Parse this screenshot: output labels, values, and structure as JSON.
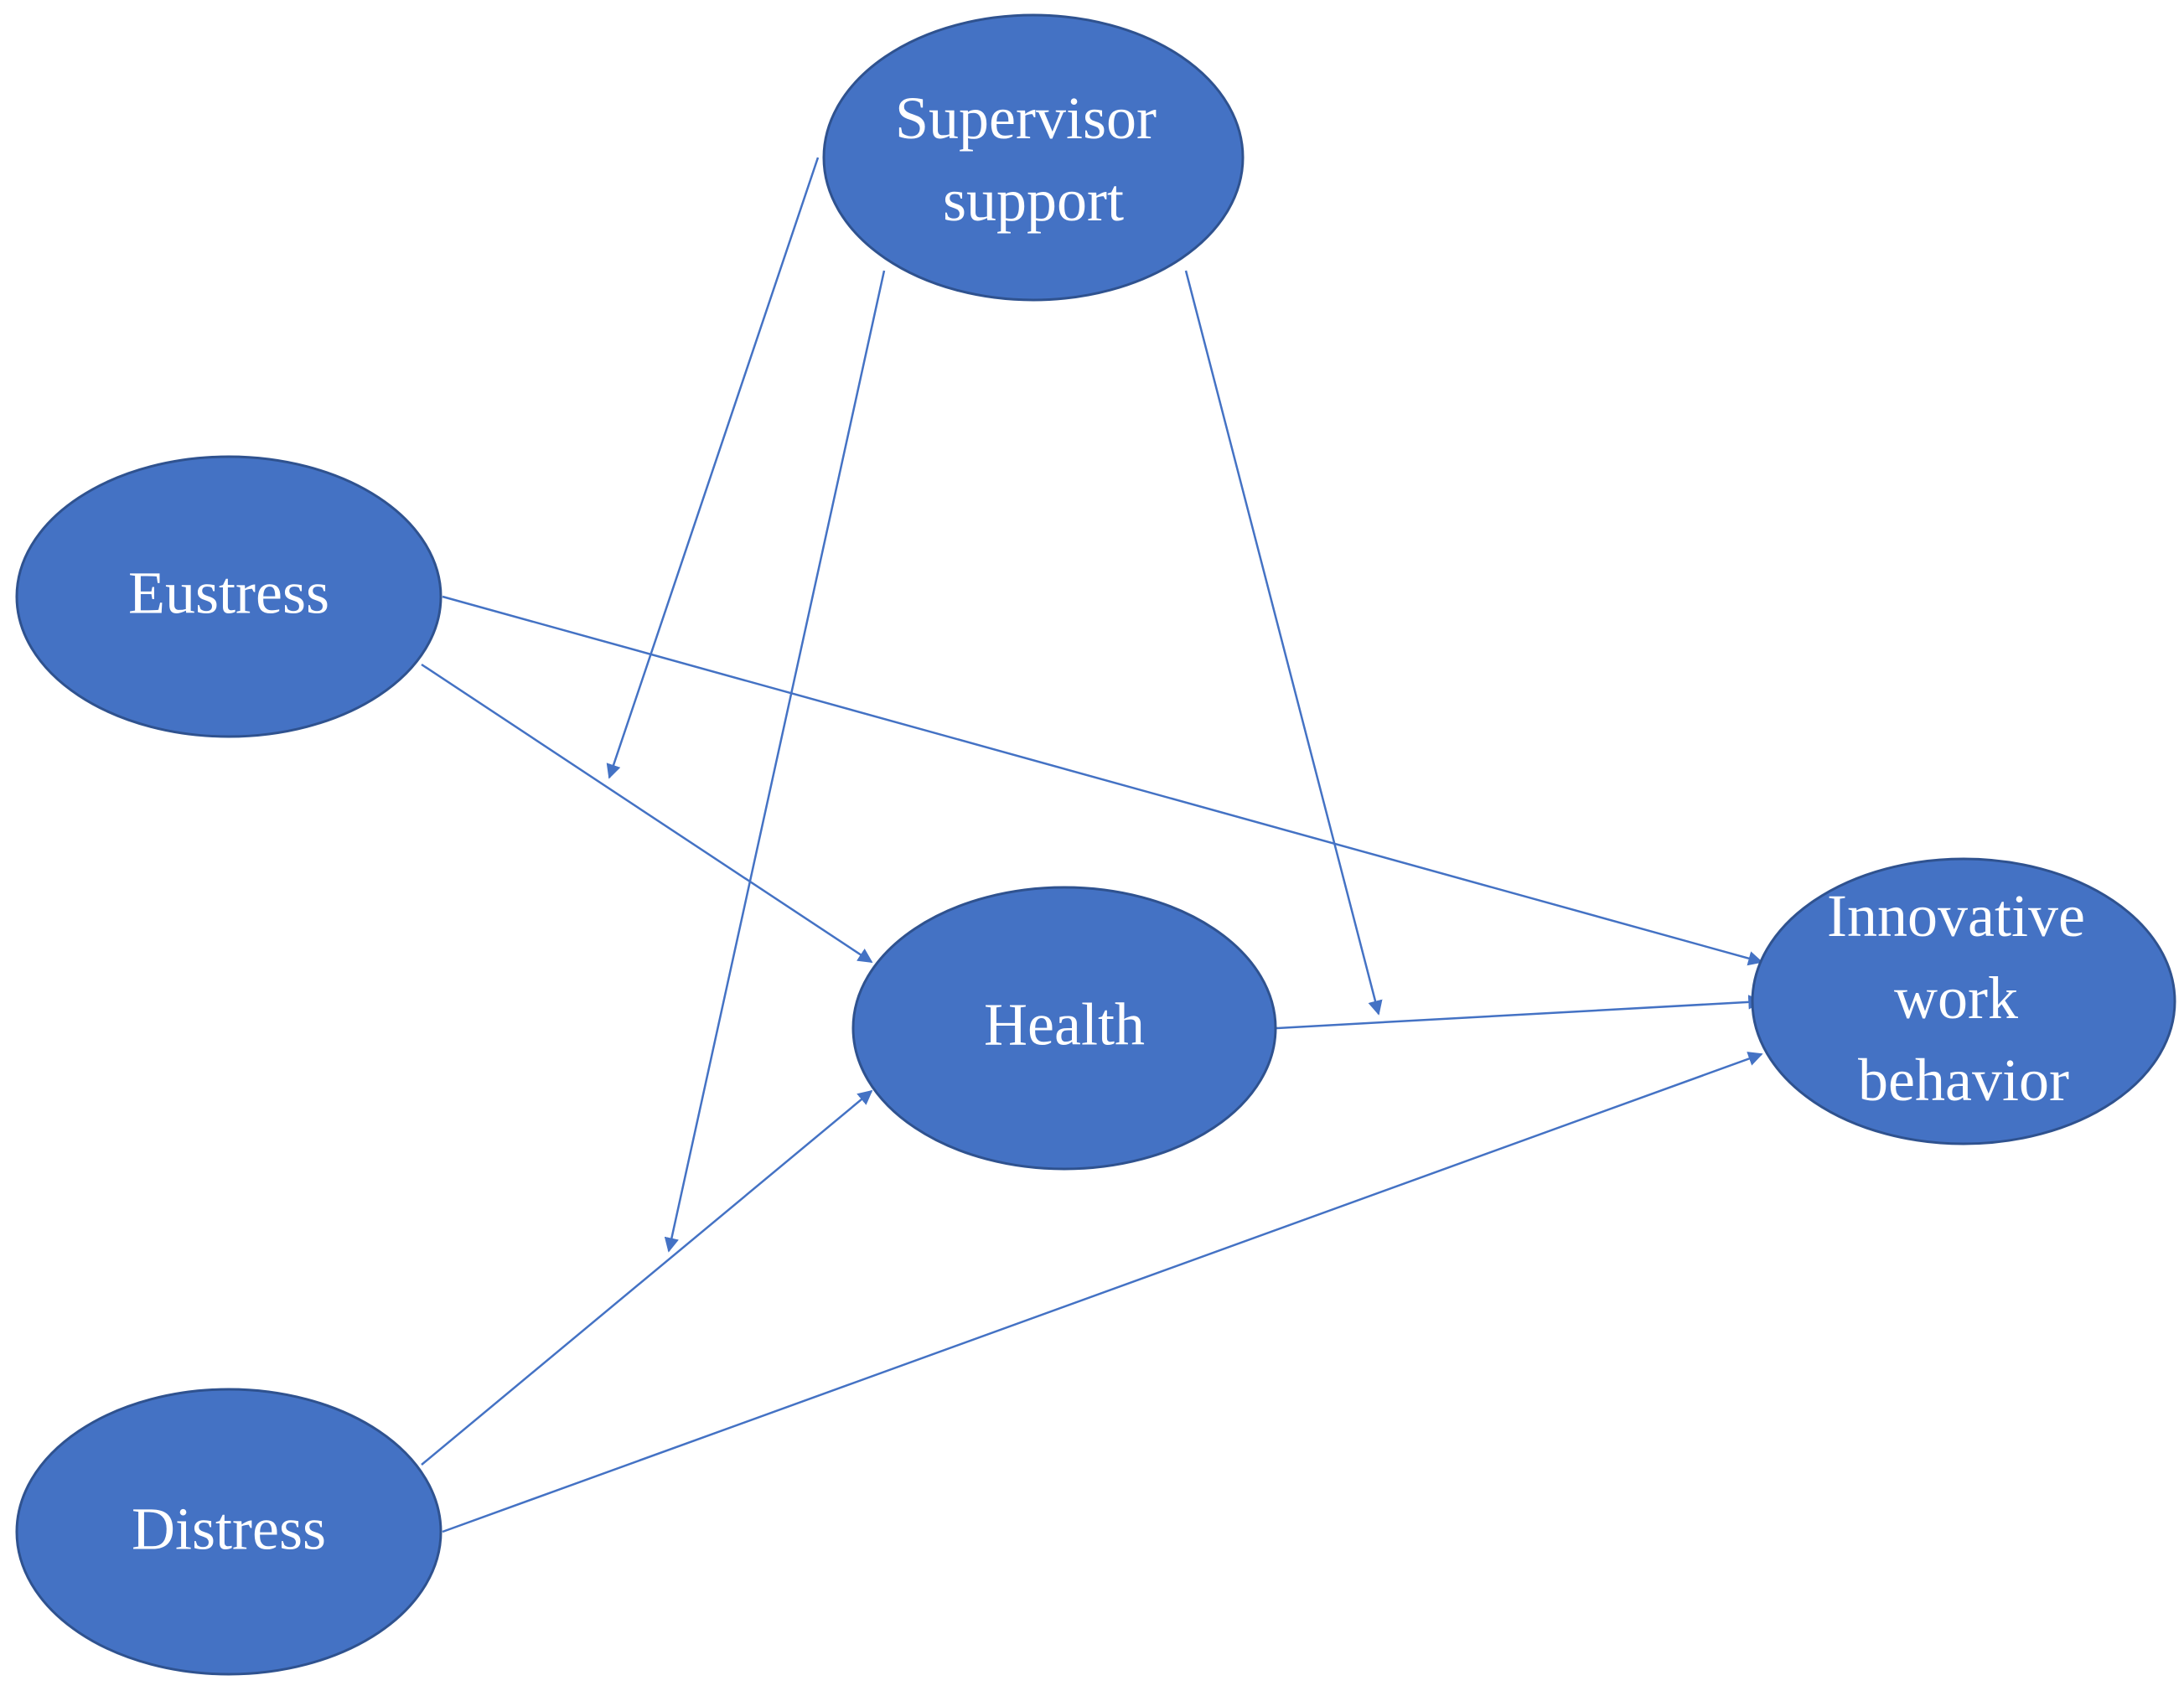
{
  "diagram": {
    "nodes": {
      "supervisor": {
        "lines": [
          "Supervisor",
          "support"
        ]
      },
      "eustress": {
        "lines": [
          "Eustress"
        ]
      },
      "health": {
        "lines": [
          "Health"
        ]
      },
      "innovative": {
        "lines": [
          "Innovative",
          "work",
          "behavior"
        ]
      },
      "distress": {
        "lines": [
          "Distress"
        ]
      }
    },
    "edges": [
      {
        "from": "eustress",
        "to": "health"
      },
      {
        "from": "eustress",
        "to": "innovative"
      },
      {
        "from": "distress",
        "to": "health"
      },
      {
        "from": "distress",
        "to": "innovative"
      },
      {
        "from": "health",
        "to": "innovative"
      },
      {
        "from": "supervisor",
        "to": "eustress-health-path",
        "kind": "moderation"
      },
      {
        "from": "supervisor",
        "to": "distress-health-path",
        "kind": "moderation"
      },
      {
        "from": "supervisor",
        "to": "health-innovative-path",
        "kind": "moderation"
      }
    ],
    "colors": {
      "node_fill": "#4472C4",
      "node_stroke": "#2F528F",
      "edge": "#4472C4",
      "label": "#FFFFFF"
    }
  }
}
